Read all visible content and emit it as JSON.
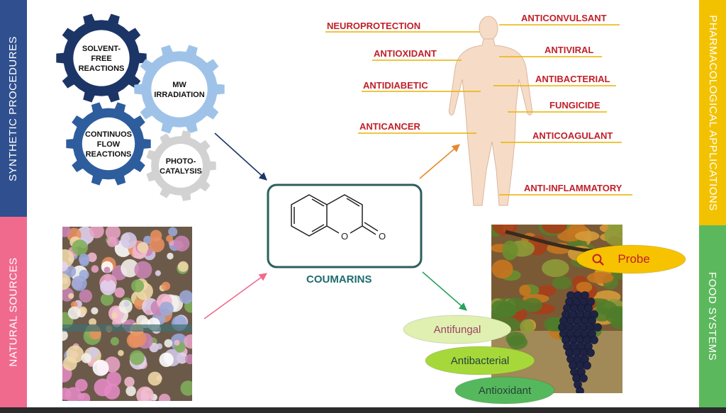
{
  "side_bars": {
    "synthetic": {
      "label": "SYNTHETIC PROCEDURES",
      "color": "#2f4f8f"
    },
    "natural": {
      "label": "NATURAL SOURCES",
      "color": "#f06a8e"
    },
    "pharmacological": {
      "label": "PHARMACOLOGICAL APPLICATIONS",
      "color": "#f2c200"
    },
    "food": {
      "label": "FOOD SYSTEMS",
      "color": "#5cb85c"
    }
  },
  "gears": [
    {
      "lines": [
        "SOLVENT-",
        "FREE",
        "REACTIONS"
      ],
      "color": "#1c3567"
    },
    {
      "lines": [
        "MW",
        "IRRADIATION"
      ],
      "color": "#9fc3e8"
    },
    {
      "lines": [
        "CONTINUOS",
        "FLOW",
        "REACTIONS"
      ],
      "color": "#2e5d9e"
    },
    {
      "lines": [
        "PHOTO-",
        "CATALYSIS"
      ],
      "color": "#d2d2d2"
    }
  ],
  "center": {
    "label": "COUMARINS"
  },
  "pharma_labels": {
    "left": [
      "NEUROPROTECTION",
      "ANTIOXIDANT",
      "ANTIDIABETIC",
      "ANTICANCER"
    ],
    "right": [
      "ANTICONVULSANT",
      "ANTIVIRAL",
      "ANTIBACTERIAL",
      "FUNGICIDE",
      "ANTICOAGULANT",
      "ANTI-INFLAMMATORY"
    ]
  },
  "food_ovals": [
    {
      "label": "Probe",
      "color": "#f7c300",
      "icon": "search-icon"
    },
    {
      "label": "Antifungal",
      "color": "#dff0b0"
    },
    {
      "label": "Antibacterial",
      "color": "#a6d83a"
    },
    {
      "label": "Antioxidant",
      "color": "#56b85c"
    }
  ],
  "colors": {
    "label_red": "#c0202a",
    "underline": "#e8b300",
    "center_border": "#2c5f5a",
    "body_fill": "#f6dcc6",
    "arrow_navy": "#1c3567",
    "arrow_orange": "#e8882a",
    "arrow_pink": "#f06a8e",
    "arrow_green": "#27a35a"
  }
}
